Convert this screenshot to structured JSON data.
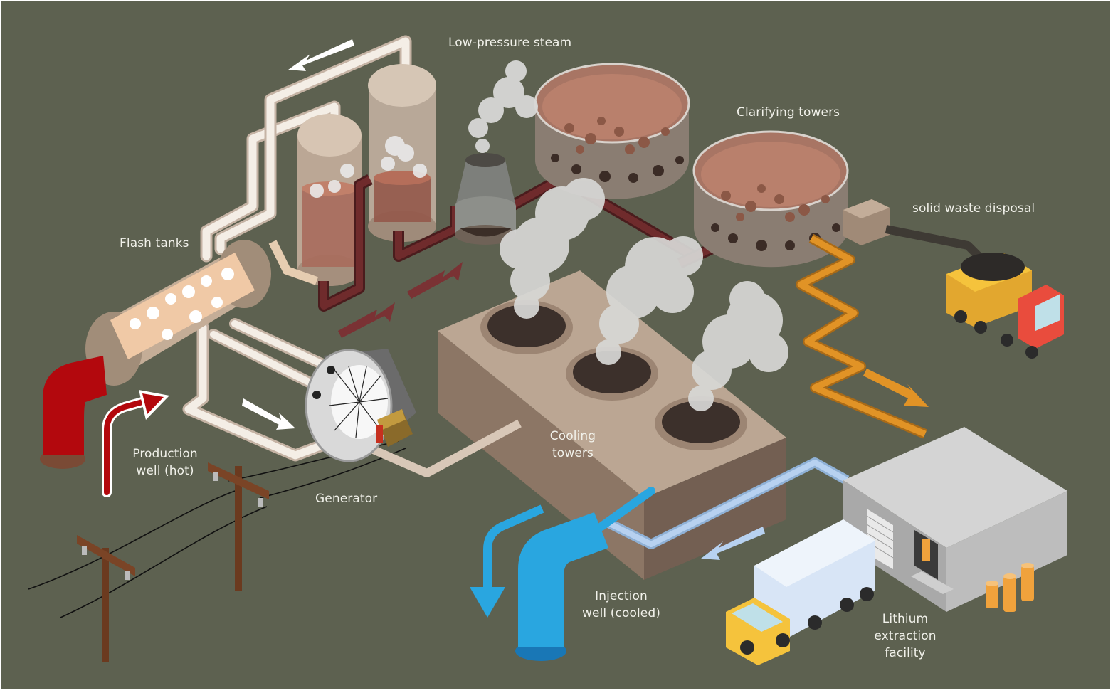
{
  "labels": {
    "low_pressure_steam": "Low-pressure steam",
    "clarifying_towers": "Clarifying towers",
    "solid_waste_disposal": "solid waste disposal",
    "flash_tanks": "Flash tanks",
    "production_well_1": "Production",
    "production_well_2": "well (hot)",
    "generator": "Generator",
    "cooling_towers_1": "Cooling",
    "cooling_towers_2": "towers",
    "injection_well_1": "Injection",
    "injection_well_2": "well (cooled)",
    "lithium_1": "Lithium",
    "lithium_2": "extraction",
    "lithium_3": "facility"
  },
  "colors": {
    "background": "#5d6150",
    "hot_brine": "#b3080d",
    "steam_pipe": "#ebe3da",
    "brine_pipe": "#6b2a2b",
    "cooled_water": "#29a6e0",
    "lithium_line": "#e19326",
    "truck_yellow": "#f5c33c",
    "truck_red": "#e94c3d"
  }
}
